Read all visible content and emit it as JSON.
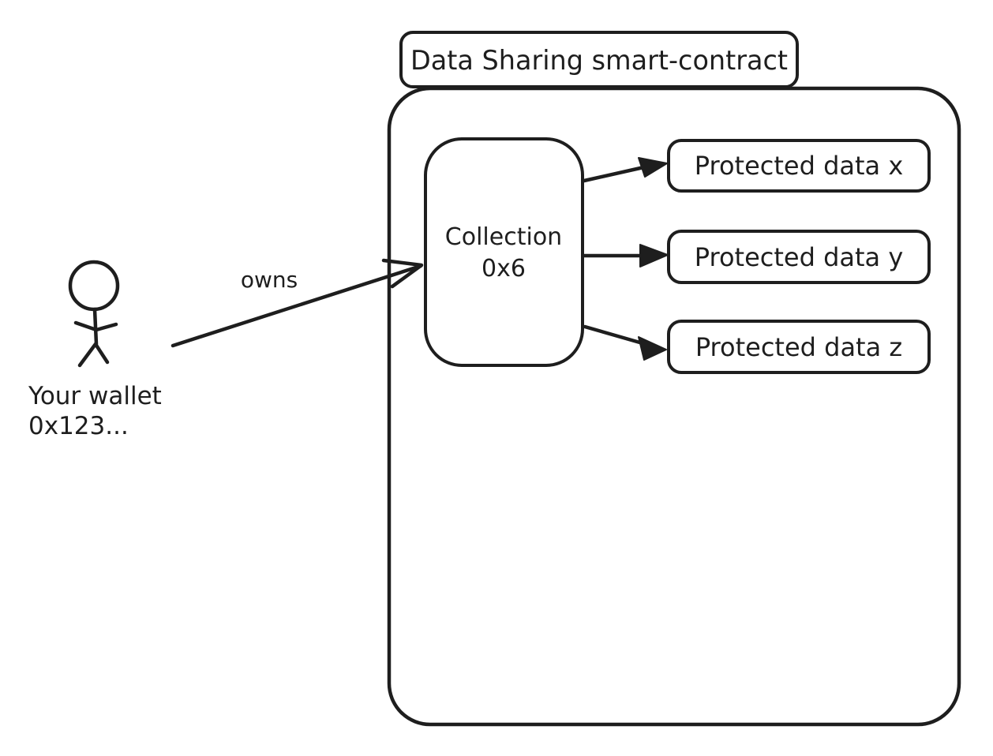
{
  "title": "Data Sharing smart-contract",
  "wallet": {
    "line1": "Your wallet",
    "line2": "0x123...",
    "relation_label": "owns"
  },
  "collection": {
    "line1": "Collection",
    "line2": "0x6"
  },
  "protected_data": [
    {
      "label": "Protected data x"
    },
    {
      "label": "Protected data y"
    },
    {
      "label": "Protected data z"
    }
  ],
  "colors": {
    "stroke": "#1e1e1e",
    "background": "#ffffff"
  }
}
